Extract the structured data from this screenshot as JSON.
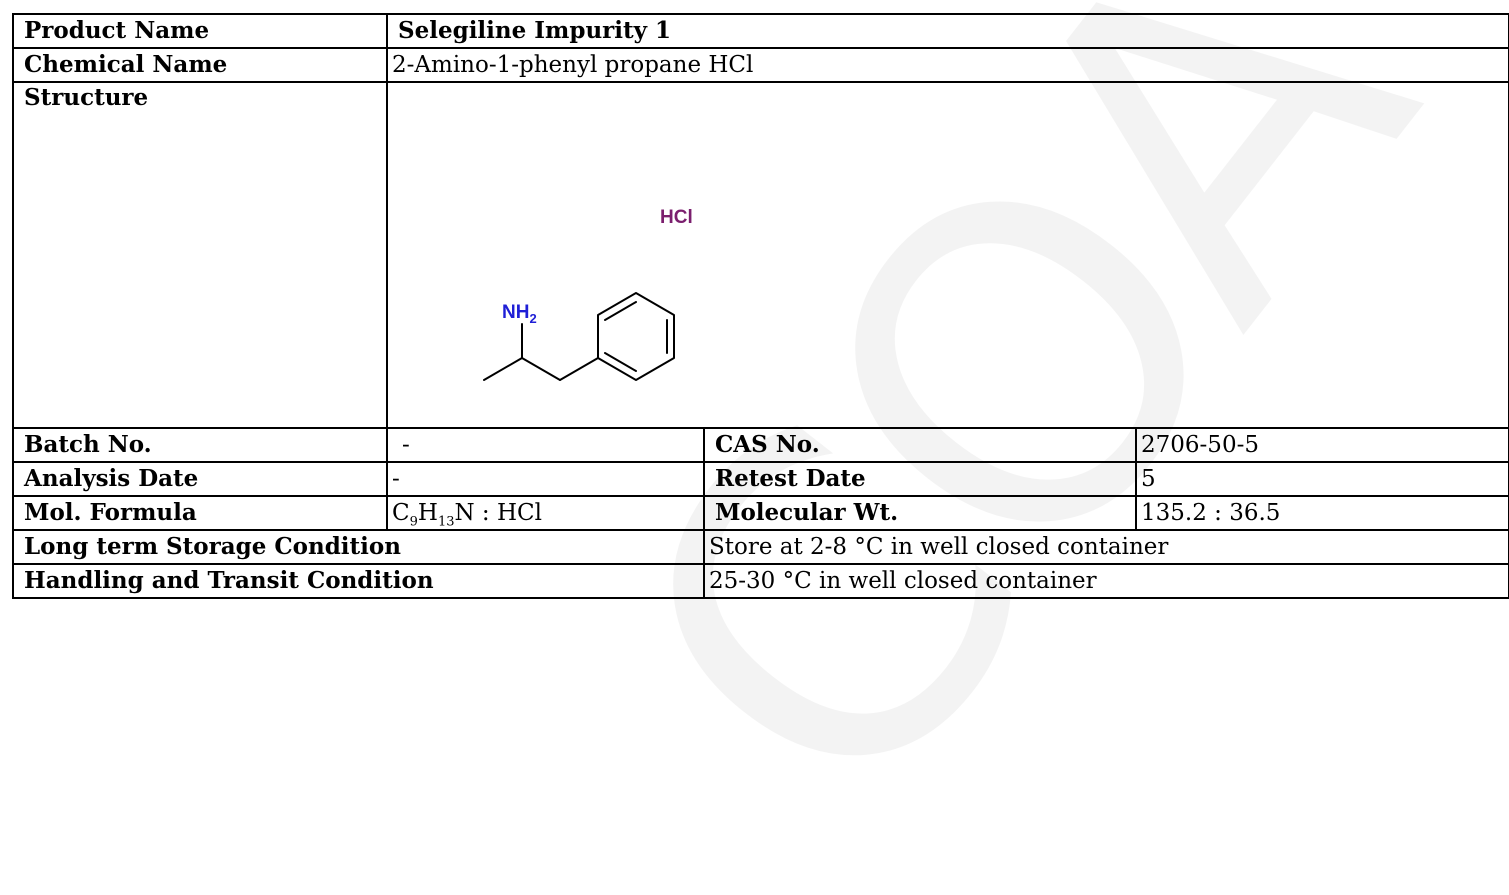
{
  "watermark": "COA",
  "product": {
    "label": "Product Name",
    "value": "Selegiline Impurity 1"
  },
  "chemical": {
    "label": "Chemical Name",
    "value": "2-Amino-1-phenyl propane HCl"
  },
  "structure": {
    "label": "Structure",
    "salt_label": "HCl",
    "amine_label": "NH",
    "amine_subscript": "2",
    "salt_color": "#7b1f6e",
    "amine_color": "#1f1fd6"
  },
  "batch": {
    "label": "Batch No.",
    "value": "-"
  },
  "cas": {
    "label": "CAS No.",
    "value": "2706-50-5"
  },
  "analysis": {
    "label": "Analysis Date",
    "value": "-"
  },
  "retest": {
    "label": "Retest Date",
    "value": "5"
  },
  "formula": {
    "label": "Mol. Formula",
    "c": "C",
    "c_sub": "9",
    "h": "H",
    "h_sub": "13",
    "rest": "N : HCl"
  },
  "mw": {
    "label": "Molecular Wt.",
    "value": "135.2 : 36.5"
  },
  "storage": {
    "label": "Long term Storage Condition",
    "value": "Store at 2-8 °C in well closed container"
  },
  "handling": {
    "label": "Handling and Transit Condition",
    "value": "25-30 °C in well closed container"
  }
}
